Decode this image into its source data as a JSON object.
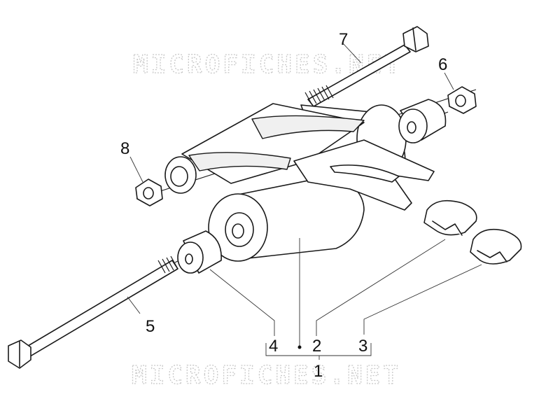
{
  "watermark": "MICROFICHES.NET",
  "callouts": {
    "c1": "1",
    "c2": "2",
    "c3": "3",
    "c4": "4",
    "c5": "5",
    "c6": "6",
    "c7": "7",
    "c8": "8"
  }
}
